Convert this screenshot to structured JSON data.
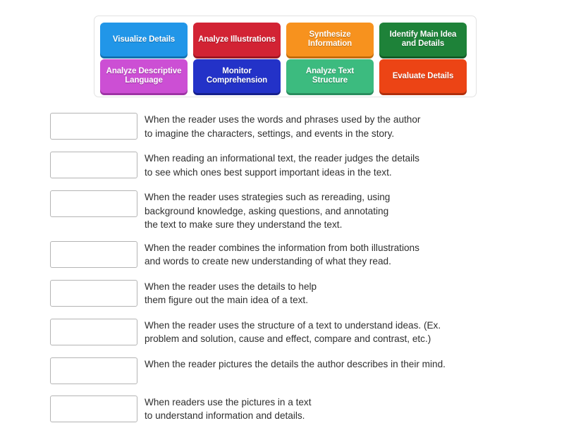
{
  "tiles": [
    {
      "label": "Visualize Details",
      "color": "#2196e8",
      "shadow": "#1471b0"
    },
    {
      "label": "Analyze\nIllustrations",
      "color": "#d22334",
      "shadow": "#9c1724"
    },
    {
      "label": "Synthesize\nInformation",
      "color": "#f7921e",
      "shadow": "#c26c0b"
    },
    {
      "label": "Identify Main\nIdea and Details",
      "color": "#1e8239",
      "shadow": "#145c27"
    },
    {
      "label": "Analyze Descriptive\nLanguage",
      "color": "#cc4fd4",
      "shadow": "#9e34a5"
    },
    {
      "label": "Monitor\nComprehension",
      "color": "#2332c8",
      "shadow": "#161f8c"
    },
    {
      "label": "Analyze Text\nStructure",
      "color": "#3cbb7f",
      "shadow": "#2a8d5e"
    },
    {
      "label": "Evaluate Details",
      "color": "#ec4415",
      "shadow": "#b02f0c"
    }
  ],
  "rows": [
    {
      "text": "When the reader uses the words and phrases used by the author\nto imagine the characters, settings, and events in the story."
    },
    {
      "text": "When reading an informational text, the reader judges the details\nto see which ones best support important ideas in the text."
    },
    {
      "text": "When the reader uses strategies such as rereading, using\nbackground knowledge, asking questions, and annotating\nthe text to make sure they understand the text."
    },
    {
      "text": "When the reader combines the information from both illustrations\nand words to create new understanding of what they read."
    },
    {
      "text": "When the reader uses the details to help\nthem figure out the main idea of a text."
    },
    {
      "text": "When the reader uses the structure of a text to understand ideas. (Ex.\nproblem and solution, cause and effect, compare and contrast, etc.)"
    },
    {
      "text": "When the reader pictures the details the author describes in their mind."
    },
    {
      "text": "When readers use the pictures in a text\nto understand information and details."
    }
  ],
  "dropzone_placeholder": ""
}
